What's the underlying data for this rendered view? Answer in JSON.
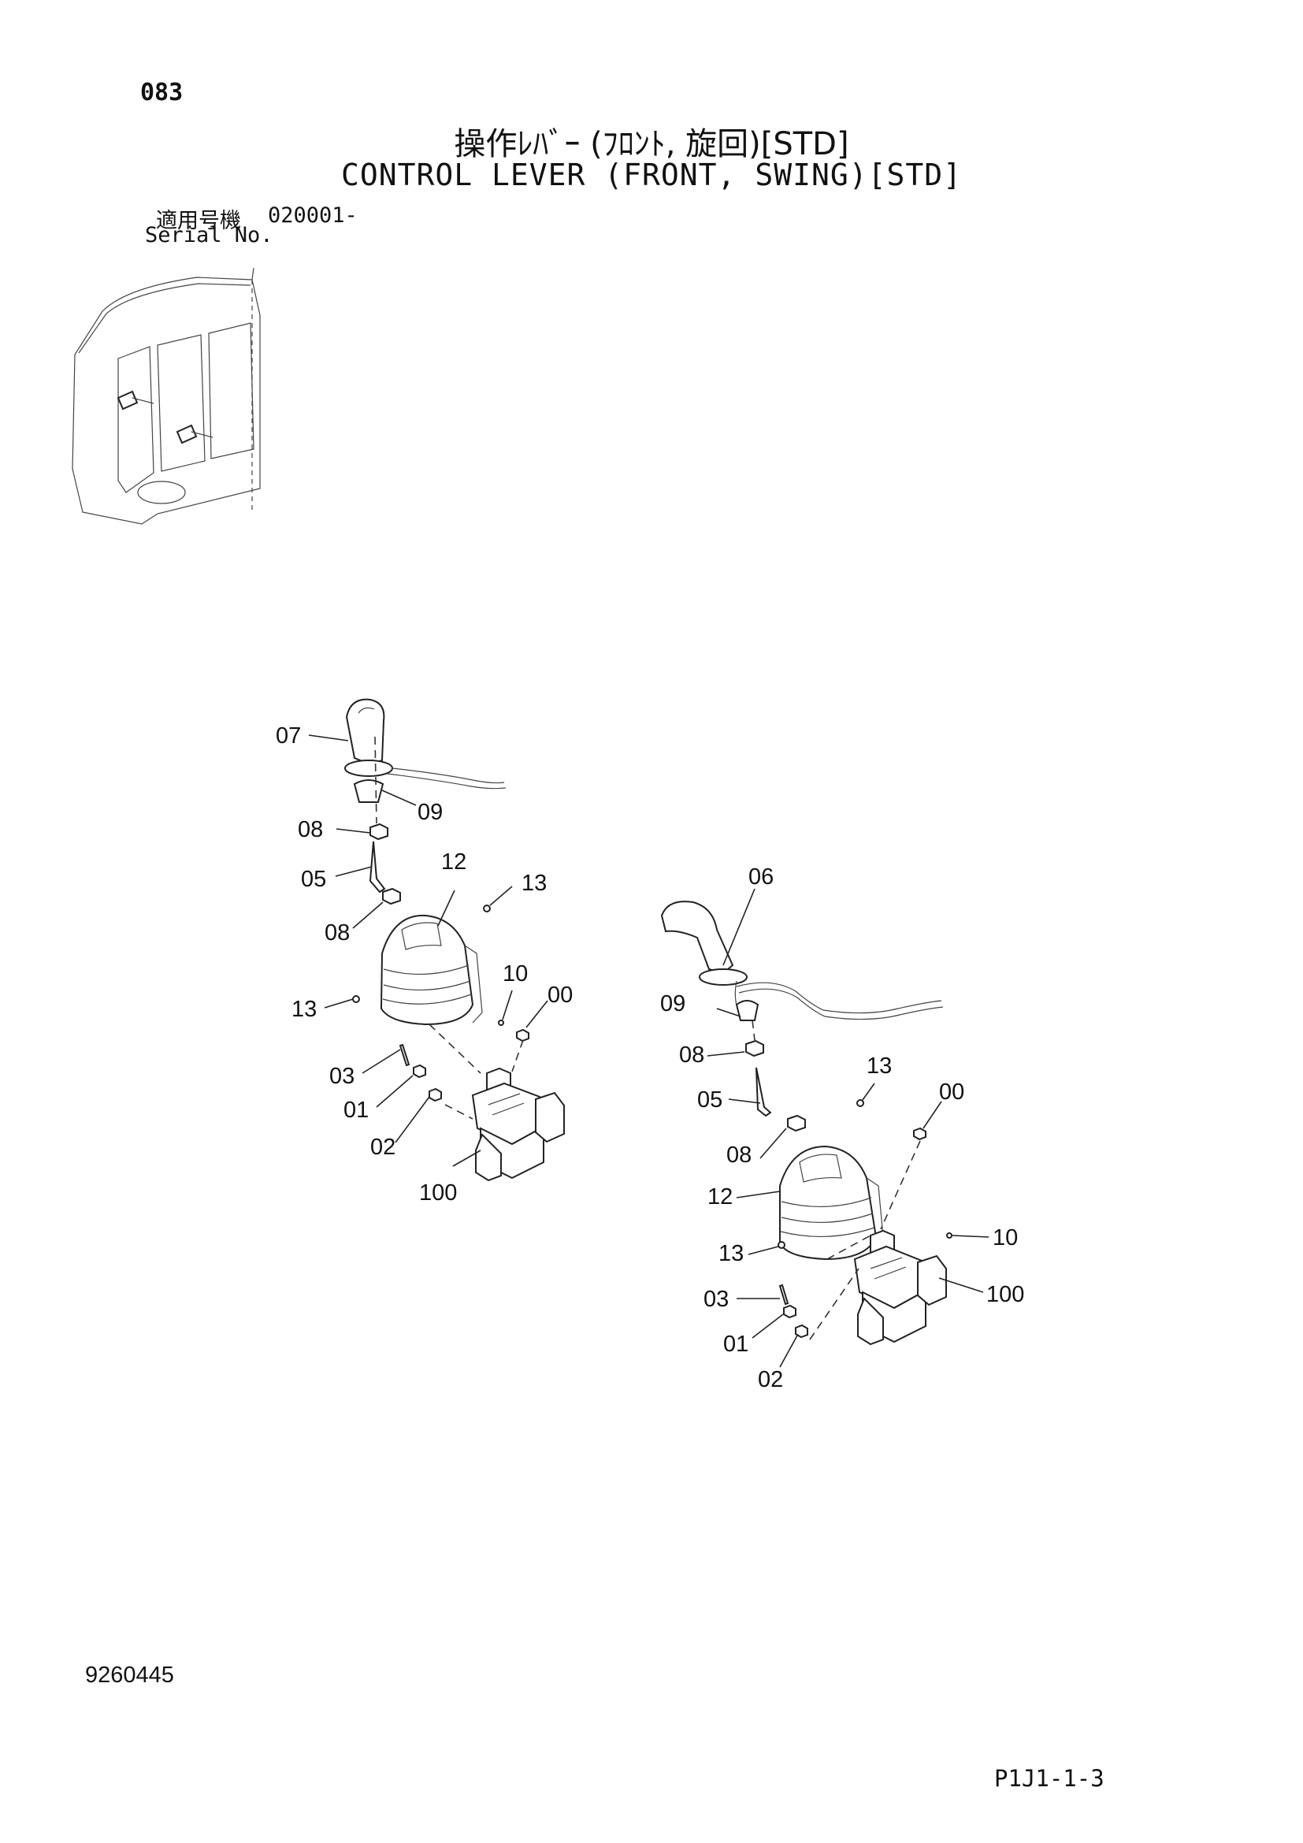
{
  "header": {
    "page_number": "083",
    "title_ja": "操作ﾚﾊﾞｰ (ﾌﾛﾝﾄ, 旋回)[STD]",
    "title_en": "CONTROL LEVER (FRONT, SWING)[STD]",
    "serial_label_ja": "適用号機",
    "serial_value": "020001-",
    "serial_label_en": "Serial No."
  },
  "footer": {
    "drawing_number": "9260445",
    "figure_code": "P1J1-1-3"
  },
  "left_assembly": {
    "callouts": [
      "07",
      "09",
      "08",
      "12",
      "05",
      "13",
      "08",
      "10",
      "00",
      "13",
      "03",
      "01",
      "02",
      "100"
    ]
  },
  "right_assembly": {
    "callouts": [
      "06",
      "09",
      "08",
      "13",
      "05",
      "00",
      "08",
      "12",
      "10",
      "13",
      "100",
      "03",
      "01",
      "02"
    ]
  }
}
